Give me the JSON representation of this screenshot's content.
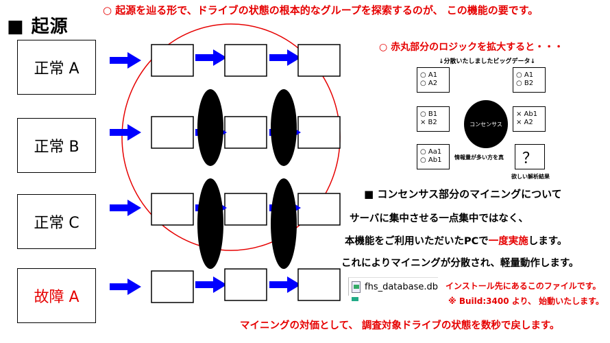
{
  "title": "■ 起源",
  "top_note": "○ 起源を辿る形で、ドライブの状態の根本的なグループを探索するのが、 この機能の要です。",
  "rows": [
    {
      "label": "正常 A",
      "color": "#000000"
    },
    {
      "label": "正常 B",
      "color": "#000000"
    },
    {
      "label": "正常 C",
      "color": "#000000"
    },
    {
      "label": "故障 A",
      "color": "#e60000"
    }
  ],
  "zoom": {
    "title": "○ 赤丸部分のロジックを拡大すると・・・",
    "subtitle": "↓分散いたしましたビッグデータ↓",
    "boxes": [
      {
        "line1": "○ A1",
        "line2": "○ A2"
      },
      {
        "line1": "○ A1",
        "line2": "○ B2"
      },
      {
        "line1": "○ B1",
        "line2": "× B2"
      },
      {
        "line1": "× Ab1",
        "line2": "× A2"
      },
      {
        "line1": "○ Aa1",
        "line2": "○ Ab1"
      }
    ],
    "consensus_label": "コンセンサス",
    "truth_label": "情報量が多い方を真",
    "question": "？",
    "result_label": "欲しい解析結果"
  },
  "section_heading": "■ コンセンサス部分のマイニングについて",
  "body": {
    "line1": "サーバに集中させる一点集中ではなく、",
    "line2_prefix": "本機能をご利用いただいたPCで",
    "line2_emph": "一度実施",
    "line2_suffix": "します。",
    "line3": "これによりマイニングが分散され、軽量動作します。"
  },
  "file": {
    "name": "fhs_database.db",
    "note1": "インストール先にあるこのファイルです。",
    "note2": "※ Build:3400 より、 始動いたします。"
  },
  "bottom_note": "マイニングの対価として、 調査対象ドライブの状態を数秒で戻します。",
  "colors": {
    "accent_red": "#e60000",
    "arrow_blue": "#0000ff"
  }
}
